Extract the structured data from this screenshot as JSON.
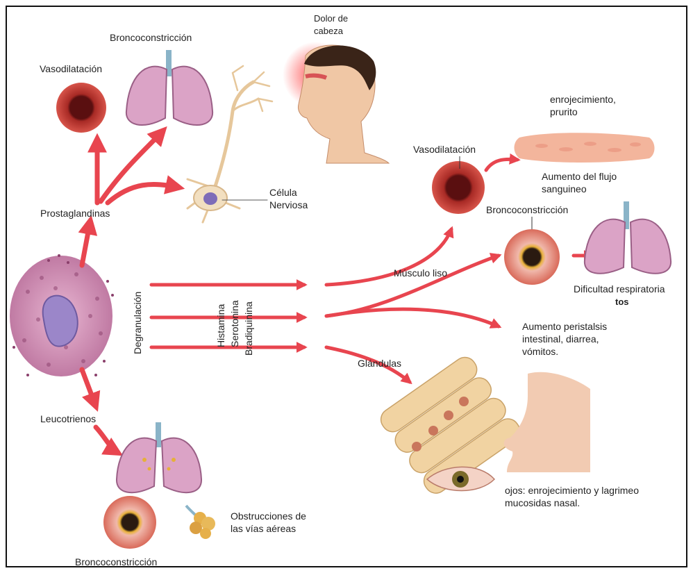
{
  "labels": {
    "dolor_cabeza": "Dolor de\ncabeza",
    "bronco_top": "Broncoconstricción",
    "vaso_top": "Vasodilatación",
    "celula": "Célula\nNerviosa",
    "prostaglandinas": "Prostaglandinas",
    "degranulacion": "Degranulación",
    "histamina": "Histamina",
    "serotonina": "Serotonina",
    "bradiquinina": "Bradiquinina",
    "leucotrienos": "Leucotrienos",
    "obstrucciones": "Obstrucciones de\nlas vías aéreas",
    "bronco_bottom": "Broncoconstricción",
    "enrojecimiento": "enrojecimiento,\nprurito",
    "vaso_right": "Vasodilatación",
    "flujo": "Aumento del flujo\nsanguineo",
    "bronco_right": "Broncoconstricción",
    "musculo": "Músculo liso",
    "dificultad": "Dificultad respiratoria",
    "tos": "tos",
    "peristalsis": "Aumento peristalsis\nintestinal, diarrea,\nvómitos.",
    "glandulas": "Glándulas",
    "ojos": "ojos: enrojecimiento y lagrimeo\nmucosidas nasal."
  },
  "colors": {
    "arrow": "#e8454f",
    "arrow_light": "#f2a0a6",
    "vessel": "#b8302a",
    "lung": "#d9a3c4",
    "cell": "#cf8fb4",
    "skin": "#f1c8a8",
    "gland": "#f0d2a0"
  }
}
